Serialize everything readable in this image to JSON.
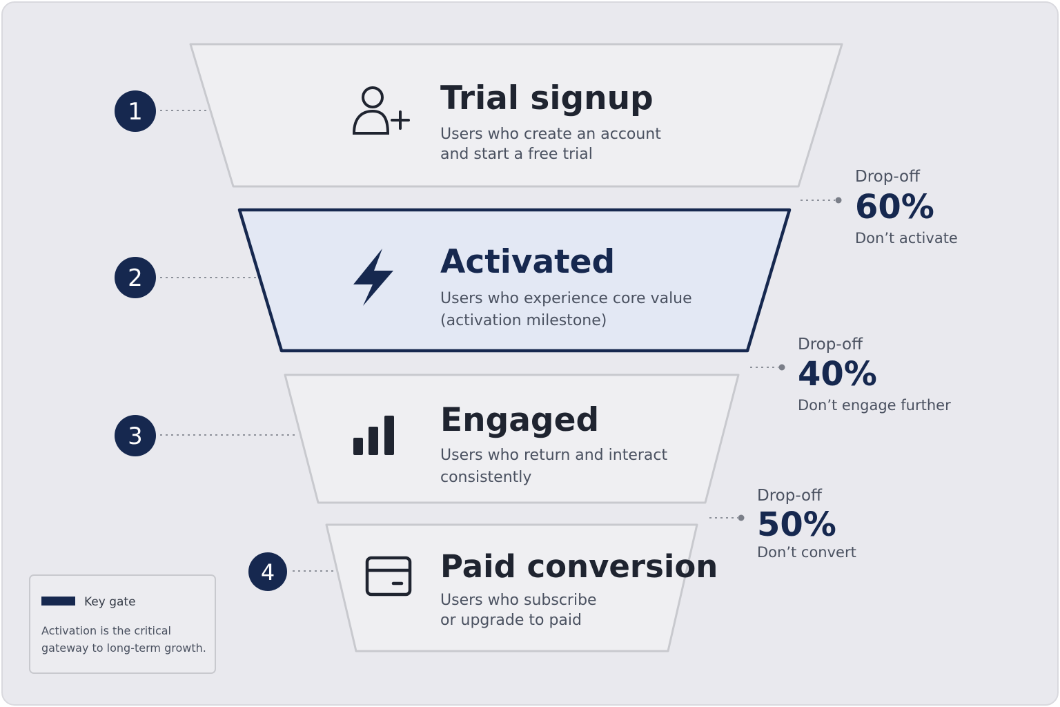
{
  "stages": [
    {
      "number": "1",
      "title": "Trial signup",
      "desc_line1": "Users who create an account",
      "desc_line2": "and start a free trial",
      "icon": "user-plus-icon",
      "key_gate": false
    },
    {
      "number": "2",
      "title": "Activated",
      "desc_line1": "Users who experience core value",
      "desc_line2": "(activation milestone)",
      "icon": "lightning-bolt-icon",
      "key_gate": true
    },
    {
      "number": "3",
      "title": "Engaged",
      "desc_line1": "Users who return and interact",
      "desc_line2": "consistently",
      "icon": "bar-chart-icon",
      "key_gate": false
    },
    {
      "number": "4",
      "title": "Paid conversion",
      "desc_line1": "Users who subscribe",
      "desc_line2": "or upgrade to paid",
      "icon": "credit-card-icon",
      "key_gate": false
    }
  ],
  "dropoffs": [
    {
      "label": "Drop-off",
      "value": "60%",
      "note": "Don’t activate"
    },
    {
      "label": "Drop-off",
      "value": "40%",
      "note": "Don’t engage further"
    },
    {
      "label": "Drop-off",
      "value": "50%",
      "note": "Don’t convert"
    }
  ],
  "legend": {
    "label": "Key gate",
    "desc_line1": "Activation is the critical",
    "desc_line2": "gateway to long-term growth."
  },
  "colors": {
    "page_background": "#e9e9ee",
    "stage_fill": "#efeff2",
    "stage_border": "#c8c9ce",
    "key_gate_fill": "#e3e8f4",
    "key_gate_border": "#16284f",
    "number_badge": "#16284f",
    "accent_value": "#16284f"
  }
}
